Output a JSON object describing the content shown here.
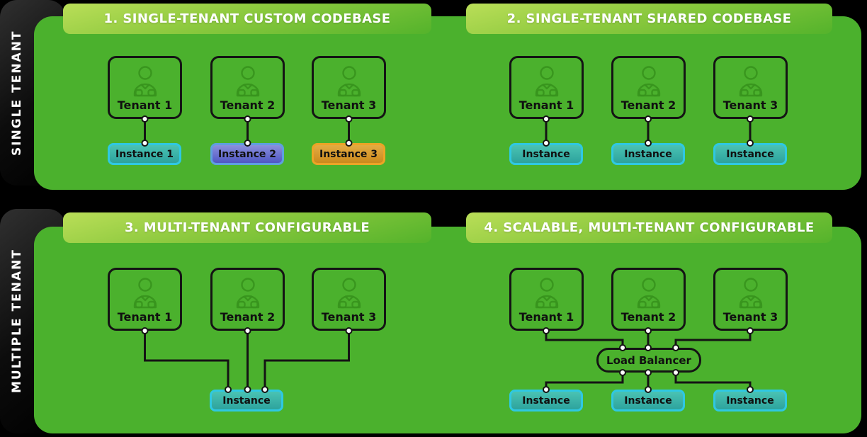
{
  "rows": [
    {
      "label": "SINGLE TENANT"
    },
    {
      "label": "MULTIPLE TENANT"
    }
  ],
  "panels": [
    {
      "title": "1. SINGLE-TENANT CUSTOM CODEBASE",
      "tenants": [
        "Tenant 1",
        "Tenant 2",
        "Tenant 3"
      ],
      "instances": [
        {
          "label": "Instance 1",
          "color": "teal"
        },
        {
          "label": "Instance 2",
          "color": "blue"
        },
        {
          "label": "Instance 3",
          "color": "orange"
        }
      ]
    },
    {
      "title": "2. SINGLE-TENANT SHARED CODEBASE",
      "tenants": [
        "Tenant 1",
        "Tenant 2",
        "Tenant 3"
      ],
      "instances": [
        {
          "label": "Instance",
          "color": "teal"
        },
        {
          "label": "Instance",
          "color": "teal"
        },
        {
          "label": "Instance",
          "color": "teal"
        }
      ]
    },
    {
      "title": "3. MULTI-TENANT CONFIGURABLE",
      "tenants": [
        "Tenant 1",
        "Tenant 2",
        "Tenant 3"
      ],
      "instances": [
        {
          "label": "Instance",
          "color": "teal"
        }
      ]
    },
    {
      "title": "4. SCALABLE, MULTI-TENANT CONFIGURABLE",
      "tenants": [
        "Tenant 1",
        "Tenant 2",
        "Tenant 3"
      ],
      "load_balancer": "Load Balancer",
      "instances": [
        {
          "label": "Instance",
          "color": "teal"
        },
        {
          "label": "Instance",
          "color": "teal"
        },
        {
          "label": "Instance",
          "color": "teal"
        }
      ]
    }
  ],
  "colors": {
    "background": "#000000",
    "panel_green": "#4bb12d",
    "header_gradient_top": "#bade58",
    "header_gradient_bottom": "#54b32b",
    "header_text": "#ffffff",
    "outline_black": "#141414",
    "row_tab_background": "#141414",
    "row_tab_text": "#ffffff",
    "instance_teal_fill": "#3ab3a8",
    "instance_teal_border": "#2fc8e2",
    "instance_blue_fill": "#6b74d1",
    "instance_blue_border": "#5f9fe0",
    "instance_orange_fill": "#d89a30",
    "instance_orange_border": "#eca426",
    "person_icon_green": "#37941d",
    "connector_node_fill": "#ffffff"
  }
}
